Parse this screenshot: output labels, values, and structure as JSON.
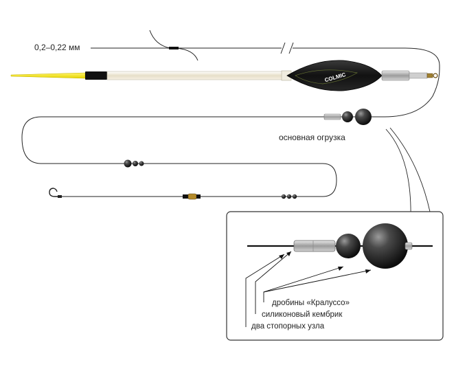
{
  "labels": {
    "line_diameter": "0,2–0,22 мм",
    "main_weight": "основная огрузка",
    "float_brand": "COLMIC"
  },
  "inset": {
    "shots": "дробины «Кралуссо»",
    "tubing": "силиконовый кембрик",
    "stop_knots": "два стопорных узла"
  },
  "colors": {
    "line": "#222222",
    "float_tip": "#f2e40c",
    "float_body": "#ede6d2",
    "float_bulb": "#1a1a1a",
    "shot": "#2a2a2a",
    "tube": "#b8b8b8",
    "frame": "#333333"
  }
}
